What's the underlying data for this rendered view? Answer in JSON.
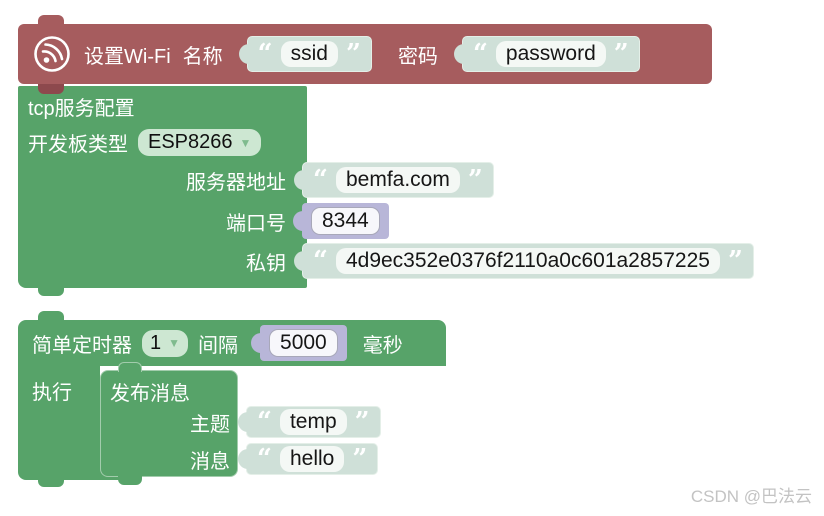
{
  "ui": {
    "open_quote": "“",
    "close_quote": "”",
    "dropdown_arrow": "▼",
    "watermark": "CSDN @巴法云"
  },
  "icons": {
    "wifi": "esp-wifi-icon"
  },
  "colors": {
    "wifi_block": "#a65c5e",
    "connector_tab_dark": "#8d494d",
    "green_block": "#57a369",
    "string_block": "#cfe0d8",
    "number_block": "#b8b6d8",
    "dropdown": "#cde7d2",
    "field_background": "#f4f8f5",
    "watermark_text": "#c3c3c3"
  },
  "blocks": {
    "wifi": {
      "label_set": "设置Wi-Fi",
      "label_name": "名称",
      "ssid_value": "ssid",
      "label_password": "密码",
      "password_value": "password"
    },
    "tcp": {
      "title": "tcp服务配置",
      "board_label": "开发板类型",
      "board_value": "ESP8266",
      "server_label": "服务器地址",
      "server_value": "bemfa.com",
      "port_label": "端口号",
      "port_value": "8344",
      "key_label": "私钥",
      "key_value": "4d9ec352e0376f2110a0c601a2857225"
    },
    "timer": {
      "label": "简单定时器",
      "timer_id": "1",
      "interval_label": "间隔",
      "interval_value": "5000",
      "unit_label": "毫秒",
      "do_label": "执行"
    },
    "publish": {
      "title": "发布消息",
      "topic_label": "主题",
      "topic_value": "temp",
      "message_label": "消息",
      "message_value": "hello"
    }
  }
}
